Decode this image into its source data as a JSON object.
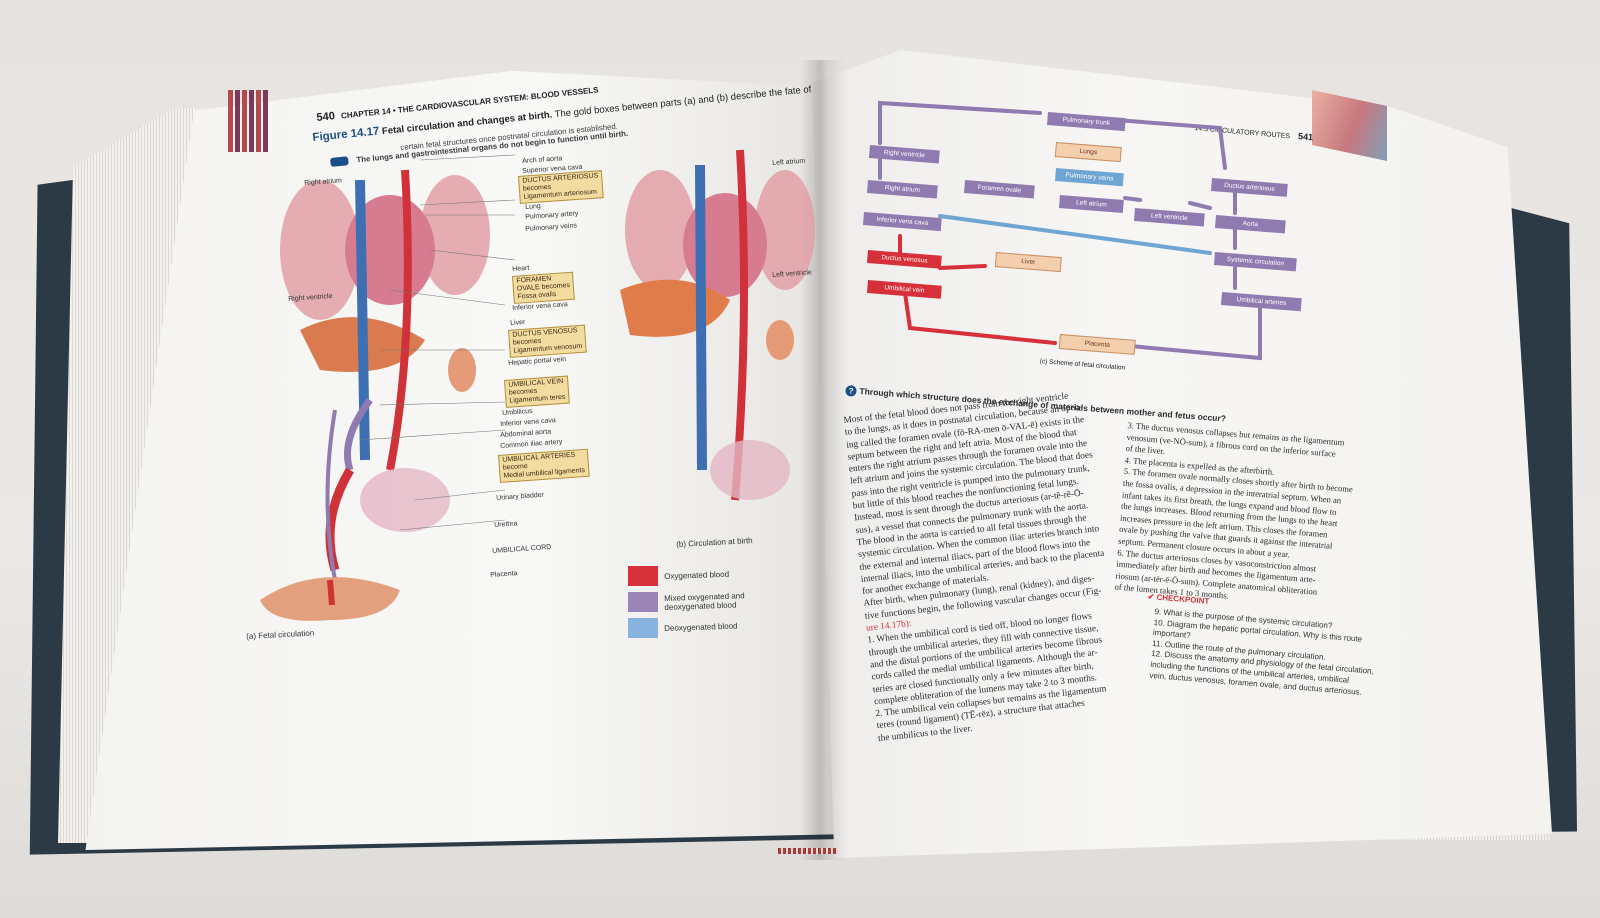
{
  "left_page": {
    "page_number": "540",
    "running_head": "CHAPTER 14  •  THE CARDIOVASCULAR SYSTEM: BLOOD VESSELS",
    "figure_label": "Figure 14.17",
    "figure_title": "Fetal circulation and changes at birth.",
    "figure_caption": "The gold boxes between parts (a) and (b) describe the fate of",
    "figure_caption_2": "certain fetal structures once postnatal circulation is established.",
    "key_concept": "The lungs and gastrointestinal organs do not begin to function until birth.",
    "labels_left": [
      "Right atrium",
      "Right ventricle"
    ],
    "labels_center": [
      "Arch of aorta",
      "Superior vena cava",
      "Lung",
      "Pulmonary artery",
      "Pulmonary veins",
      "Heart",
      "Inferior vena cava",
      "Liver",
      "Hepatic portal vein",
      "Umbilicus",
      "Inferior vena cava",
      "Abdominal aorta",
      "Common iliac artery",
      "Urinary bladder",
      "Urethra",
      "UMBILICAL CORD",
      "Placenta"
    ],
    "gold_boxes": [
      "DUCTUS ARTERIOSUS\nbecomes\nLigamentum arteriosum",
      "FORAMEN\nOVALE becomes\nFossa ovalis",
      "DUCTUS VENOSUS\nbecomes\nLigamentum venosum",
      "UMBILICAL VEIN\nbecomes\nLigamentum teres",
      "UMBILICAL ARTERIES\nbecome\nMedial umbilical ligaments"
    ],
    "labels_right": [
      "Left atrium",
      "Left ventricle"
    ],
    "part_a": "(a) Fetal circulation",
    "part_b": "(b) Circulation at birth",
    "legend": [
      {
        "label": "Oxygenated blood",
        "color": "#d6303a"
      },
      {
        "label": "Mixed oxygenated and\ndeoxygenated blood",
        "color": "#9b84b8"
      },
      {
        "label": "Deoxygenated blood",
        "color": "#87b3de"
      }
    ]
  },
  "right_page": {
    "running_head": "14.3 CIRCULATORY ROUTES",
    "page_number": "541",
    "scheme_nodes": {
      "pulmonary_trunk": "Pulmonary trunk",
      "lungs": "Lungs",
      "pulmonary_veins": "Pulmonary veins",
      "right_ventricle": "Right ventricle",
      "right_atrium": "Right atrium",
      "foramen_ovale": "Foramen ovale",
      "left_atrium": "Left atrium",
      "left_ventricle": "Left ventricle",
      "ductus_arteriosus": "Ductus arteriosus",
      "aorta": "Aorta",
      "inferior_vena_cava": "Inferior vena cava",
      "ductus_venosus": "Ductus venosus",
      "liver": "Liver",
      "systemic_circulation": "Systemic circulation",
      "umbilical_vein": "Umbilical vein",
      "umbilical_arteries": "Umbilical arteries",
      "placenta": "Placenta"
    },
    "scheme_caption": "(c) Scheme of fetal circulation",
    "question": "Through which structure does the exchange of materials between mother and fetus occur?",
    "col_a": [
      "Most of the fetal blood does not pass from the right ventricle",
      "to the lungs, as it does in postnatal circulation, because an open-",
      "ing called the foramen ovale (fō-RA-men ō-VAL-ē) exists in the",
      "septum between the right and left atria. Most of the blood that",
      "enters the right atrium passes through the foramen ovale into the",
      "left atrium and joins the systemic circulation. The blood that does",
      "pass into the right ventricle is pumped into the pulmonary trunk,",
      "but little of this blood reaches the nonfunctioning fetal lungs.",
      "Instead, most is sent through the ductus arteriosus (ar-tē-rē-Ō-",
      "sus), a vessel that connects the pulmonary trunk with the aorta.",
      "The blood in the aorta is carried to all fetal tissues through the",
      "systemic circulation. When the common iliac arteries branch into",
      "the external and internal iliacs, part of the blood flows into the",
      "internal iliacs, into the umbilical arteries, and back to the placenta",
      "for another exchange of materials.",
      "    After birth, when pulmonary (lung), renal (kidney), and diges-",
      "tive functions begin, the following vascular changes occur (Fig-",
      "ure 14.17b):",
      "",
      "1. When the umbilical cord is tied off, blood no longer flows",
      "    through the umbilical arteries, they fill with connective tissue,",
      "    and the distal portions of the umbilical arteries become fibrous",
      "    cords called the medial umbilical ligaments. Although the ar-",
      "    teries are closed functionally only a few minutes after birth,",
      "    complete obliteration of the lumens may take 2 to 3 months.",
      "2. The umbilical vein collapses but remains as the ligamentum",
      "    teres (round ligament) (TĒ-rēz), a structure that attaches",
      "    the umbilicus to the liver."
    ],
    "col_b": [
      "3. The ductus venosus collapses but remains as the ligamentum",
      "    venosum (ve-NŌ-sum), a fibrous cord on the inferior surface",
      "    of the liver.",
      "4. The placenta is expelled as the afterbirth.",
      "5. The foramen ovale normally closes shortly after birth to become",
      "    the fossa ovalis, a depression in the interatrial septum. When an",
      "    infant takes its first breath, the lungs expand and blood flow to",
      "    the lungs increases. Blood returning from the lungs to the heart",
      "    increases pressure in the left atrium. This closes the foramen",
      "    ovale by pushing the valve that guards it against the interatrial",
      "    septum. Permanent closure occurs in about a year.",
      "6. The ductus arteriosus closes by vasoconstriction almost",
      "    immediately after birth and becomes the ligamentum arte-",
      "    riosum (ar-tēr-ē-Ō-sum). Complete anatomical obliteration",
      "    of the lumen takes 1 to 3 months."
    ],
    "checkpoint_title": "CHECKPOINT",
    "checkpoint_items": [
      "9. What is the purpose of the systemic circulation?",
      "10. Diagram the hepatic portal circulation. Why is this route",
      "      important?",
      "11. Outline the route of the pulmonary circulation.",
      "12. Discuss the anatomy and physiology of the fetal circulation,",
      "      including the functions of the umbilical arteries, umbilical",
      "      vein, ductus venosus, foramen ovale, and ductus arteriosus."
    ]
  },
  "colors": {
    "oxygenated": "#d6303a",
    "mixed": "#8f7bb0",
    "deoxygenated": "#6fa5d3",
    "gold_box": "#f3dca0",
    "accent_blue": "#1c4f87"
  }
}
